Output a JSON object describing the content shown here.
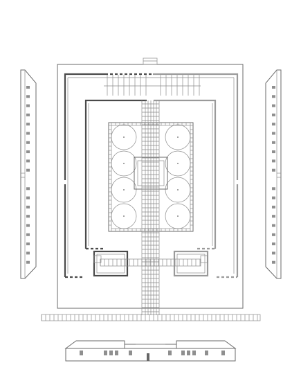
{
  "drawing": {
    "views": [
      "site-plan",
      "elevation-left",
      "elevation-right",
      "elevation-front"
    ],
    "line_color": "#6a6a6a",
    "wall_color": "#4a4a4a",
    "background": "#ffffff",
    "courtyard": {
      "circular_beds_per_column": 4,
      "columns": 2
    },
    "side_elevation_windows": 20,
    "front_elevation_windows": 11
  }
}
